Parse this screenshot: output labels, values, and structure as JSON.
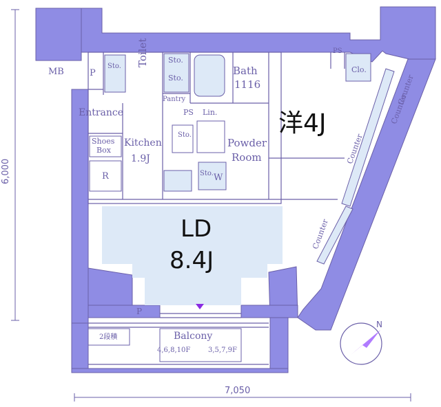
{
  "rooms": {
    "ld": {
      "name": "LD",
      "size": "8.4J"
    },
    "western": {
      "label": "洋4J"
    },
    "kitchen": {
      "name": "Kitchen",
      "size": "1.9J"
    },
    "bath": {
      "name": "Bath",
      "size": "1116"
    },
    "powder_room": {
      "line1": "Powder",
      "line2": "Room"
    },
    "toilet": {
      "label": "Toilet"
    },
    "entrance": {
      "label": "Entrance"
    },
    "balcony": {
      "label": "Balcony"
    }
  },
  "fixtures": {
    "mb": "MB",
    "p_top": "P",
    "p_bottom": "P",
    "ps_top": "PS",
    "ps_mid": "PS",
    "sto_toilet_1": "Sto.",
    "sto_toilet_2": "Sto.",
    "sto_toilet_3": "Sto.",
    "sto_kitchen": "Sto.",
    "sto_washer": "Sto.",
    "w": "W",
    "lin": "Lin.",
    "pantry": "Pantry",
    "shoes_1": "Shoes",
    "shoes_2": "Box",
    "r": "R",
    "clo": "Clo.",
    "counter_1": "Counter",
    "counter_2": "Counter",
    "counter_3": "Counter",
    "counter_4": "Counter",
    "step": "2段積",
    "floors_1": "4,6,8,10F",
    "floors_2": "3,5,7,9F"
  },
  "dimensions": {
    "width": "7,050",
    "depth": "6,000"
  },
  "compass": {
    "north": "N"
  },
  "colors": {
    "wall": "#8f8ce4",
    "line": "#6a5fa8",
    "fill": "#dde9f7",
    "text": "#111111"
  }
}
